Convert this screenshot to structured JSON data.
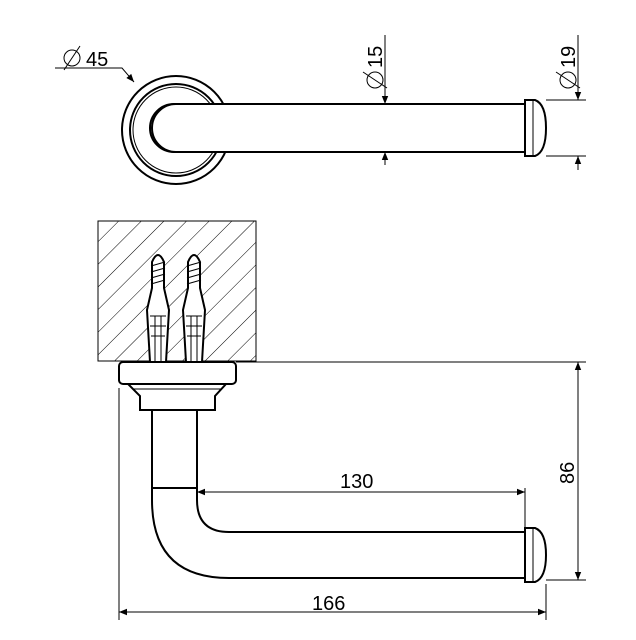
{
  "drawing": {
    "colors": {
      "line": "#000000",
      "background": "#ffffff"
    },
    "top_view": {
      "dimensions": [
        {
          "id": "rosette_diameter",
          "symbol": "diameter",
          "value": "45"
        },
        {
          "id": "bar_diameter",
          "symbol": "diameter",
          "value": "15"
        },
        {
          "id": "cap_diameter",
          "symbol": "diameter",
          "value": "19"
        }
      ]
    },
    "side_view": {
      "dimensions": [
        {
          "id": "bar_length",
          "value": "130"
        },
        {
          "id": "total_length",
          "value": "166"
        },
        {
          "id": "height",
          "value": "86"
        }
      ]
    }
  }
}
